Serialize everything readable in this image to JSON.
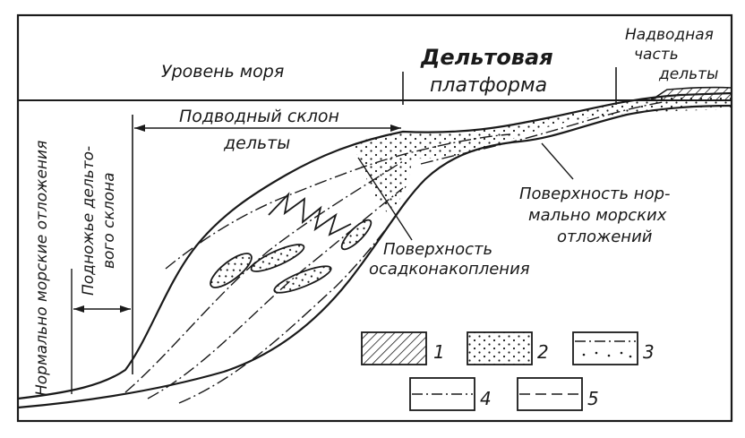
{
  "labels": {
    "sea_level": "Уровень моря",
    "delta_platform_1": "Дельтовая",
    "delta_platform_2": "платформа",
    "above_water_1": "Надводная",
    "above_water_2": "часть",
    "above_water_3": "дельты",
    "underwater_slope_1": "Подводный склон",
    "underwater_slope_2": "дельты",
    "normal_marine_vertical": "Нормально морские отложения",
    "slope_foot_1": "Подножье дельто-",
    "slope_foot_2": "вого склона",
    "sedimentation_1": "Поверхность",
    "sedimentation_2": "осадконакопления",
    "normal_surface_1": "Поверхность нор-",
    "normal_surface_2": "мально морских",
    "normal_surface_3": "отложений"
  },
  "legend": [
    {
      "pattern": "hatch",
      "number": "1"
    },
    {
      "pattern": "dots",
      "number": "2"
    },
    {
      "pattern": "dashdot-dots",
      "number": "3"
    },
    {
      "pattern": "dashdot",
      "number": "4"
    },
    {
      "pattern": "dash",
      "number": "5"
    }
  ]
}
